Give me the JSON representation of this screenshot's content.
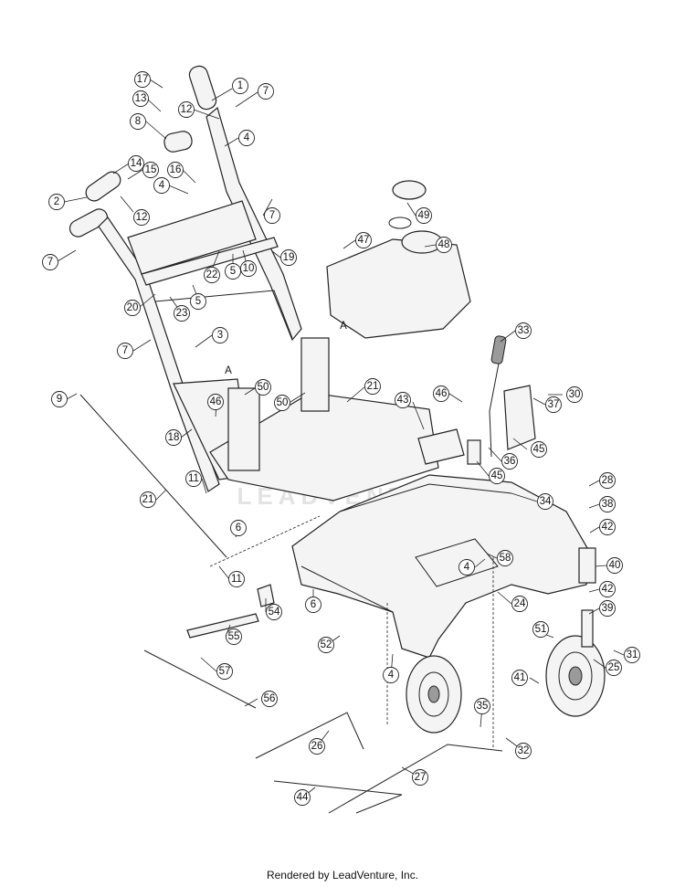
{
  "diagram": {
    "parts": [
      {
        "id": "part-1",
        "label": "1"
      },
      {
        "id": "part-7a",
        "label": "7"
      },
      {
        "id": "part-17",
        "label": "17"
      },
      {
        "id": "part-13",
        "label": "13"
      },
      {
        "id": "part-12a",
        "label": "12"
      },
      {
        "id": "part-8",
        "label": "8"
      },
      {
        "id": "part-4a",
        "label": "4"
      },
      {
        "id": "part-14",
        "label": "14"
      },
      {
        "id": "part-15",
        "label": "15"
      },
      {
        "id": "part-16",
        "label": "16"
      },
      {
        "id": "part-4b",
        "label": "4"
      },
      {
        "id": "part-2",
        "label": "2"
      },
      {
        "id": "part-12b",
        "label": "12"
      },
      {
        "id": "part-7b",
        "label": "7"
      },
      {
        "id": "part-7c",
        "label": "7"
      },
      {
        "id": "part-22",
        "label": "22"
      },
      {
        "id": "part-5a",
        "label": "5"
      },
      {
        "id": "part-10",
        "label": "10"
      },
      {
        "id": "part-19",
        "label": "19"
      },
      {
        "id": "part-20",
        "label": "20"
      },
      {
        "id": "part-23",
        "label": "23"
      },
      {
        "id": "part-5b",
        "label": "5"
      },
      {
        "id": "part-7d",
        "label": "7"
      },
      {
        "id": "part-3",
        "label": "3"
      },
      {
        "id": "part-49",
        "label": "49"
      },
      {
        "id": "part-47",
        "label": "47"
      },
      {
        "id": "part-48",
        "label": "48"
      },
      {
        "id": "part-33",
        "label": "33"
      },
      {
        "id": "part-50a",
        "label": "50"
      },
      {
        "id": "part-50b",
        "label": "50"
      },
      {
        "id": "part-21a",
        "label": "21"
      },
      {
        "id": "part-9",
        "label": "9"
      },
      {
        "id": "part-46a",
        "label": "46"
      },
      {
        "id": "part-18",
        "label": "18"
      },
      {
        "id": "part-43",
        "label": "43"
      },
      {
        "id": "part-46b",
        "label": "46"
      },
      {
        "id": "part-36",
        "label": "36"
      },
      {
        "id": "part-45a",
        "label": "45"
      },
      {
        "id": "part-45b",
        "label": "45"
      },
      {
        "id": "part-37",
        "label": "37"
      },
      {
        "id": "part-30",
        "label": "30"
      },
      {
        "id": "part-11a",
        "label": "11"
      },
      {
        "id": "part-21b",
        "label": "21"
      },
      {
        "id": "part-6a",
        "label": "6"
      },
      {
        "id": "part-11b",
        "label": "11"
      },
      {
        "id": "part-28",
        "label": "28"
      },
      {
        "id": "part-38",
        "label": "38"
      },
      {
        "id": "part-34",
        "label": "34"
      },
      {
        "id": "part-42a",
        "label": "42"
      },
      {
        "id": "part-4c",
        "label": "4"
      },
      {
        "id": "part-58",
        "label": "58"
      },
      {
        "id": "part-40",
        "label": "40"
      },
      {
        "id": "part-54",
        "label": "54"
      },
      {
        "id": "part-6b",
        "label": "6"
      },
      {
        "id": "part-24",
        "label": "24"
      },
      {
        "id": "part-42b",
        "label": "42"
      },
      {
        "id": "part-39",
        "label": "39"
      },
      {
        "id": "part-55",
        "label": "55"
      },
      {
        "id": "part-52",
        "label": "52"
      },
      {
        "id": "part-51",
        "label": "51"
      },
      {
        "id": "part-31",
        "label": "31"
      },
      {
        "id": "part-57",
        "label": "57"
      },
      {
        "id": "part-4d",
        "label": "4"
      },
      {
        "id": "part-25",
        "label": "25"
      },
      {
        "id": "part-41",
        "label": "41"
      },
      {
        "id": "part-56",
        "label": "56"
      },
      {
        "id": "part-35",
        "label": "35"
      },
      {
        "id": "part-26",
        "label": "26"
      },
      {
        "id": "part-32",
        "label": "32"
      },
      {
        "id": "part-27",
        "label": "27"
      },
      {
        "id": "part-44",
        "label": "44"
      }
    ],
    "ref_a1": "A",
    "ref_a2": "A",
    "watermark": "LEADVENTURE"
  },
  "footer": {
    "text": "Rendered by LeadVenture, Inc."
  }
}
